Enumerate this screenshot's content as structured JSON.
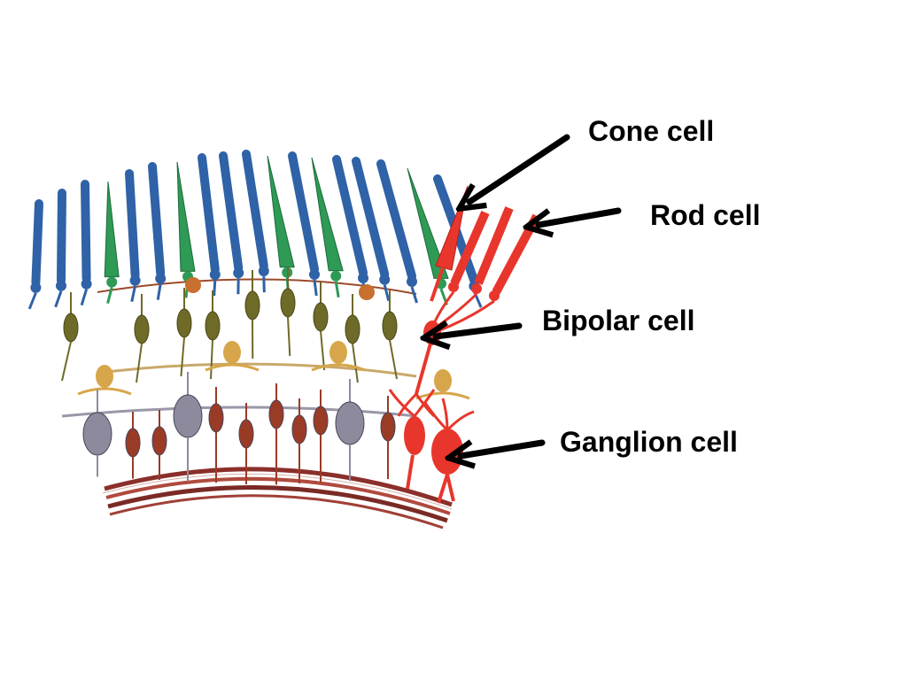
{
  "labels": {
    "cone": "Cone cell",
    "rod": "Rod cell",
    "bipolar": "Bipolar cell",
    "ganglion": "Ganglion cell"
  },
  "colors": {
    "rod": "#2f62a6",
    "cone": "#2e9a55",
    "bipolar": "#6e6a28",
    "horizontal": "#c7702f",
    "amacrine": "#d7a64a",
    "ganglion_gray": "#8e8a9e",
    "ganglion_brown": "#9a3b26",
    "highlight": "#e8362c",
    "nerve_fiber": "#8a2f2a",
    "arrow": "#000000"
  },
  "icons": [
    "rod-cell-icon",
    "cone-cell-icon",
    "bipolar-cell-icon",
    "ganglion-cell-icon",
    "arrow-icon"
  ]
}
